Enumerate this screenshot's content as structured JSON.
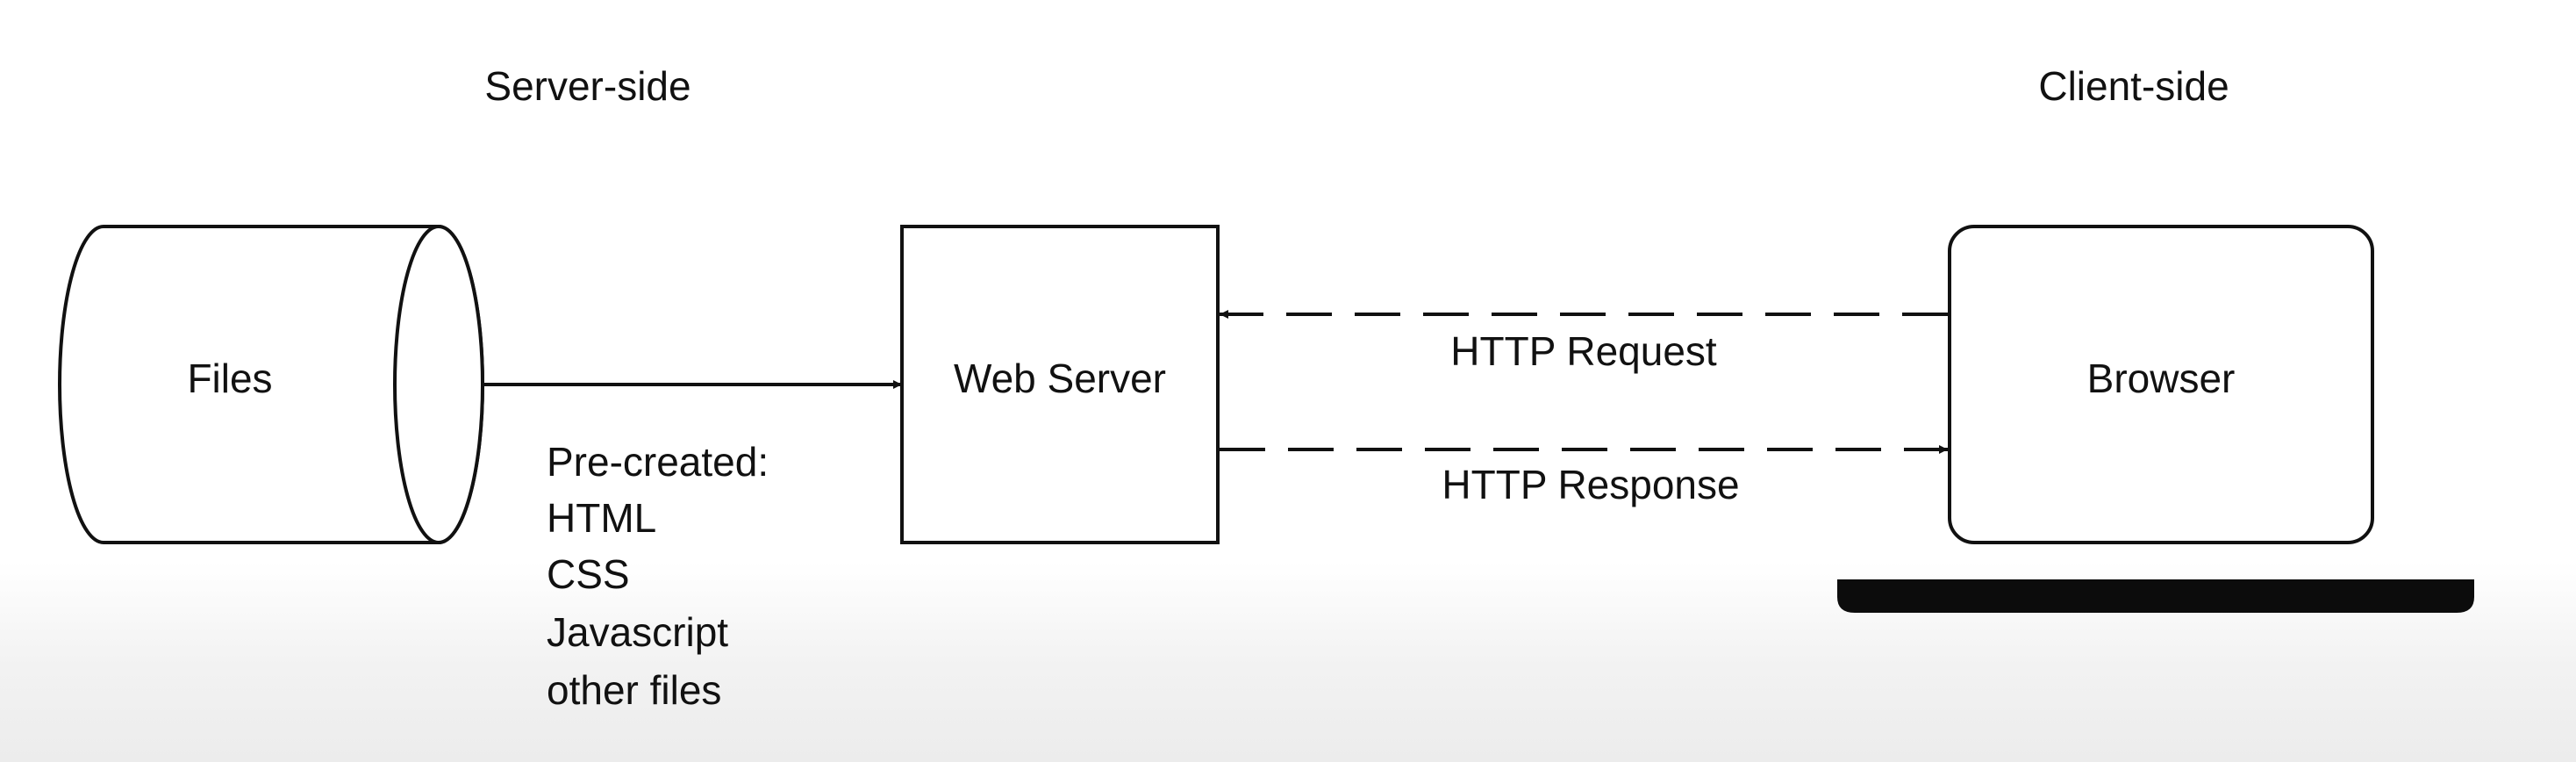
{
  "regions": {
    "server_side": "Server-side",
    "client_side": "Client-side"
  },
  "nodes": {
    "files": "Files",
    "web_server": "Web Server",
    "browser": "Browser"
  },
  "edges": {
    "http_request": "HTTP Request",
    "http_response": "HTTP Response"
  },
  "files_note": {
    "lines": [
      "Pre-created:",
      "HTML",
      "CSS",
      "Javascript",
      "other files"
    ]
  },
  "colors": {
    "stroke": "#111111",
    "laptop_base": "#0c0c0c"
  }
}
